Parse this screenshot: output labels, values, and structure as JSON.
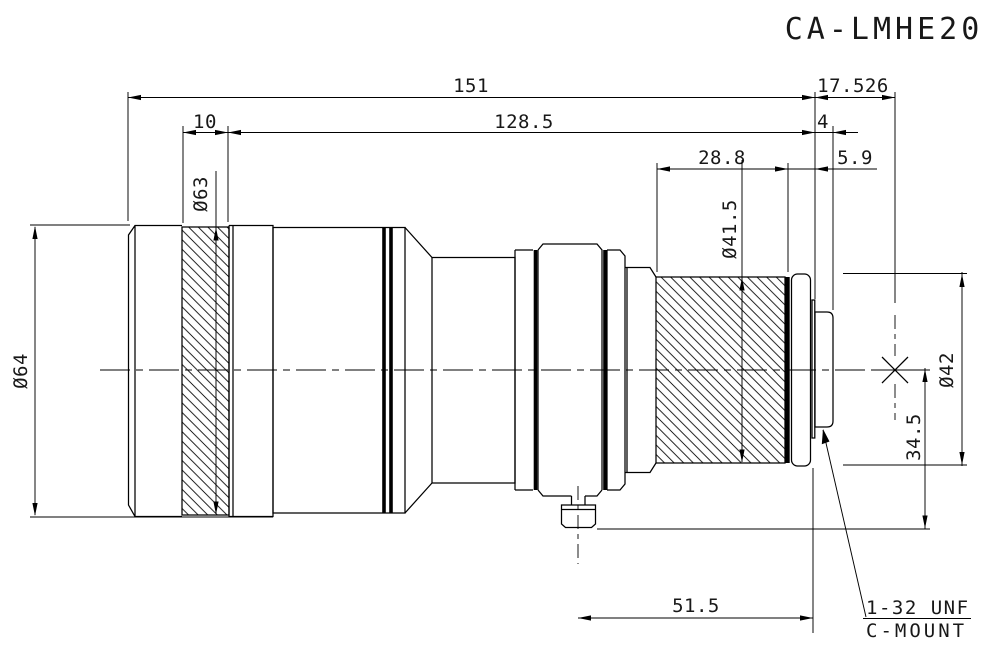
{
  "title": "CA-LMHE20",
  "drawing": {
    "background_color": "#ffffff",
    "line_color": "#000000",
    "dimensions": {
      "overall_length": "151",
      "front_grip_width": "10",
      "grip_to_flange_length": "128.5",
      "flange_focal_distance": "17.526",
      "thread_protrusion": "4",
      "rear_knurl_length": "28.8",
      "knurl_to_flange": "5.9",
      "front_diameter": "Ø64",
      "front_grip_diameter": "Ø63",
      "rear_knurl_diameter": "Ø41.5",
      "flange_diameter": "Ø42",
      "axis_to_screw_bottom": "34.5",
      "screw_center_to_flange": "51.5"
    },
    "mount_note": {
      "thread_spec": "1-32 UNF",
      "mount_type": "C-MOUNT"
    }
  }
}
